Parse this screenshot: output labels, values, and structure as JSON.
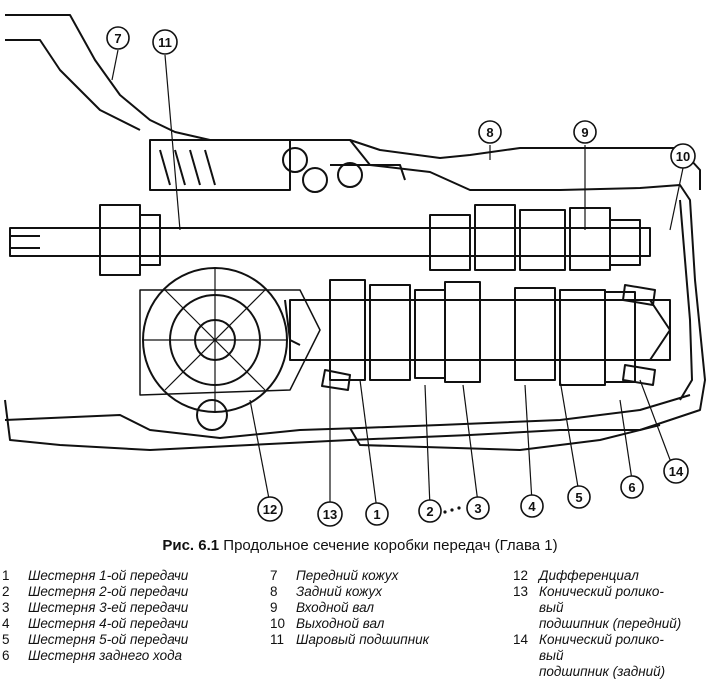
{
  "figure": {
    "label": "Рис. 6.1",
    "title": "Продольное сечение коробки передач (Глава 1)"
  },
  "callouts": [
    {
      "id": "c7",
      "text": "7"
    },
    {
      "id": "c11",
      "text": "11"
    },
    {
      "id": "c8",
      "text": "8"
    },
    {
      "id": "c9",
      "text": "9"
    },
    {
      "id": "c10",
      "text": "10"
    },
    {
      "id": "c14",
      "text": "14"
    },
    {
      "id": "c6",
      "text": "6"
    },
    {
      "id": "c5",
      "text": "5"
    },
    {
      "id": "c4",
      "text": "4"
    },
    {
      "id": "c3",
      "text": "3"
    },
    {
      "id": "c2",
      "text": "2"
    },
    {
      "id": "c1",
      "text": "1"
    },
    {
      "id": "c13",
      "text": "13"
    },
    {
      "id": "c12",
      "text": "12"
    }
  ],
  "legend": [
    [
      {
        "num": "1",
        "text": "Шестерня 1-ой передачи"
      },
      {
        "num": "2",
        "text": "Шестерня 2-ой передачи"
      },
      {
        "num": "3",
        "text": "Шестерня 3-ей передачи"
      },
      {
        "num": "4",
        "text": "Шестерня 4-ой передачи"
      },
      {
        "num": "5",
        "text": "Шестерня 5-ой передачи"
      },
      {
        "num": "6",
        "text": "Шестерня заднего хода"
      }
    ],
    [
      {
        "num": "7",
        "text": "Передний кожух"
      },
      {
        "num": "8",
        "text": "Задний кожух"
      },
      {
        "num": "9",
        "text": "Входной вал"
      },
      {
        "num": "10",
        "text": "Выходной вал"
      },
      {
        "num": "11",
        "text": "Шаровый подшипник"
      }
    ],
    [
      {
        "num": "12",
        "text": "Дифференциал"
      },
      {
        "num": "13",
        "text": "Конический ролико-\nвый\nподшипник (передний)"
      },
      {
        "num": "14",
        "text": "Конический ролико-\nвый\nподшипник (задний)"
      }
    ]
  ]
}
